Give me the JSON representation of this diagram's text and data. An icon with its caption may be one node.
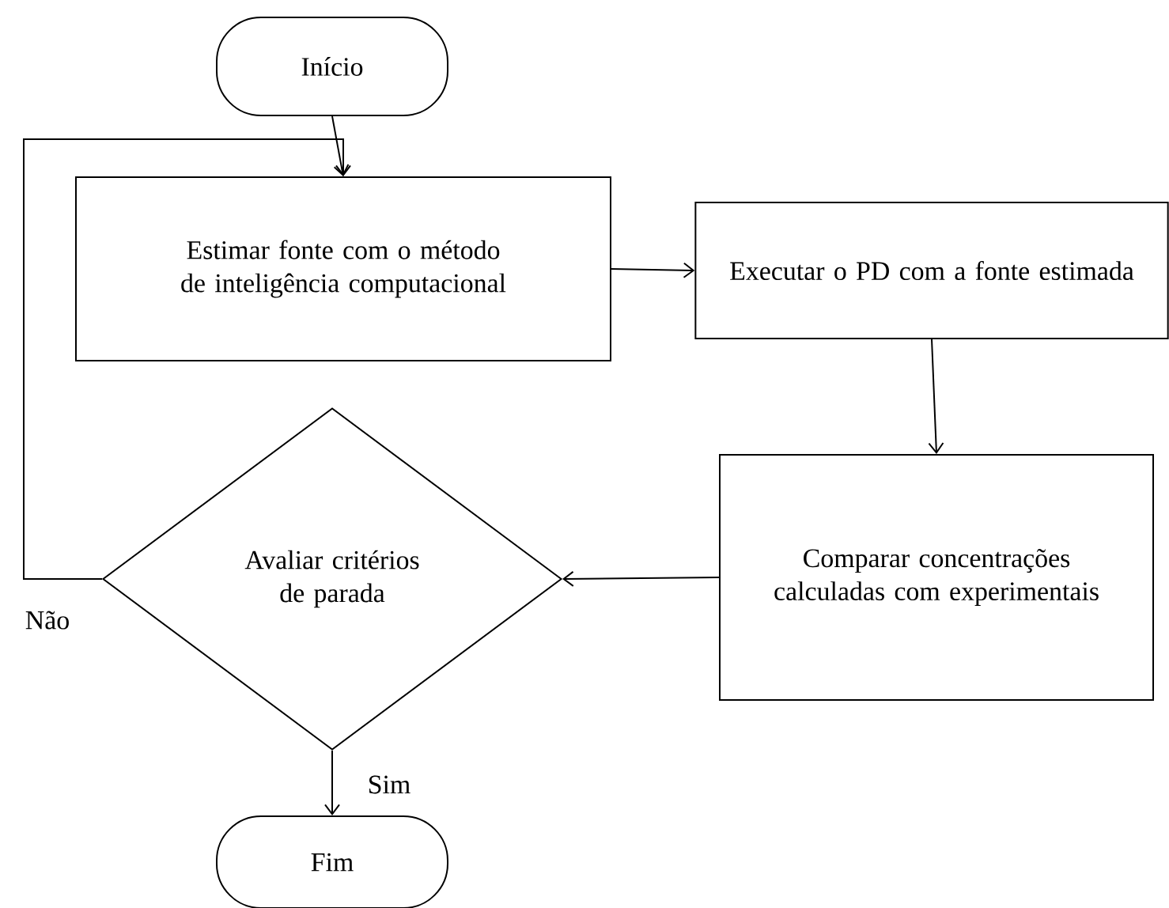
{
  "diagram": {
    "nodes": [
      {
        "text": [
          "Início"
        ]
      },
      {
        "text": [
          "Estimar fonte com o método de inteligência computacional"
        ]
      },
      {
        "text": [
          "Executar o PD com a fonte estimada"
        ]
      },
      {
        "text": [
          "Comparar concentrações calculadas com experimentais"
        ]
      },
      {
        "text": [
          "Avaliar critérios de parada"
        ]
      },
      {
        "text": [
          "Fim"
        ]
      }
    ],
    "edges": [
      {
        "from": 0,
        "to": 1,
        "arrow": "to"
      },
      {
        "from": 1,
        "to": 2,
        "arrow": "to"
      },
      {
        "from": 2,
        "to": 3,
        "arrow": "to"
      },
      {
        "from": 3,
        "to": 4,
        "arrow": "to"
      },
      {
        "from": 4,
        "to": 1,
        "arrow": "to",
        "label": "Não"
      },
      {
        "from": 4,
        "to": 5,
        "arrow": "to",
        "label": "Sim"
      }
    ]
  }
}
